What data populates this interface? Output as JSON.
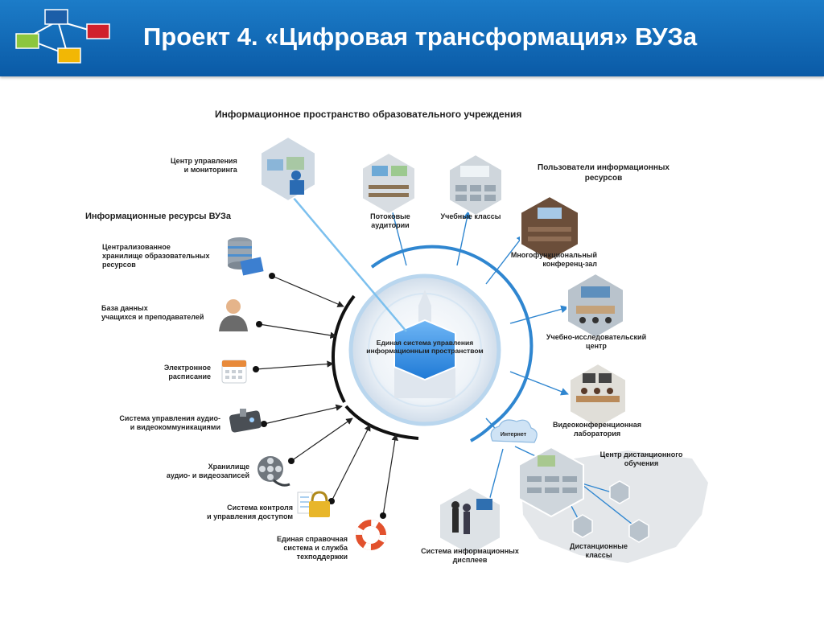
{
  "slide": {
    "title": "Проект 4. «Цифровая трансформация» ВУЗа"
  },
  "colors": {
    "header": "#0f66b3",
    "accent_blue": "#2f86d0",
    "arrow": "#222222",
    "hexagon": "#3a8fe0"
  },
  "diagram": {
    "main_title": "Информационное пространство образовательного учреждения",
    "center_label": "Единая система управления\nинформационным пространством",
    "resources_header": "Информационные ресурсы ВУЗа",
    "users_header": "Пользователи информационных\nресурсов",
    "monitoring_center": "Центр управления\nи мониторинга",
    "resources": [
      {
        "label": "Централизованное\nхранилище образовательных\nресурсов",
        "icon": "database-icon"
      },
      {
        "label": "База данных\nучащихся и преподавателей",
        "icon": "person-icon"
      },
      {
        "label": "Электронное\nрасписание",
        "icon": "calendar-icon"
      },
      {
        "label": "Система управления аудио-\nи видеокоммуникациями",
        "icon": "remote-control-icon"
      },
      {
        "label": "Хранилище\nаудио- и видеозаписей",
        "icon": "film-reel-icon"
      },
      {
        "label": "Система контроля\nи управления доступом",
        "icon": "padlock-icon"
      },
      {
        "label": "Единая справочная\nсистема и служба\nтехподдержки",
        "icon": "lifebuoy-icon"
      }
    ],
    "users": [
      {
        "label": "Потоковые\nаудитории"
      },
      {
        "label": "Учебные классы"
      },
      {
        "label": "Многофункциональный\nконференц-зал"
      },
      {
        "label": "Учебно-исследовательский\nцентр"
      },
      {
        "label": "Видеоконференционная\nлаборатория"
      },
      {
        "label": "Центр дистанционного\nобучения"
      },
      {
        "label": "Дистанционные\nклассы"
      },
      {
        "label": "Система информационных\nдисплеев"
      }
    ],
    "internet_label": "Интернет"
  }
}
